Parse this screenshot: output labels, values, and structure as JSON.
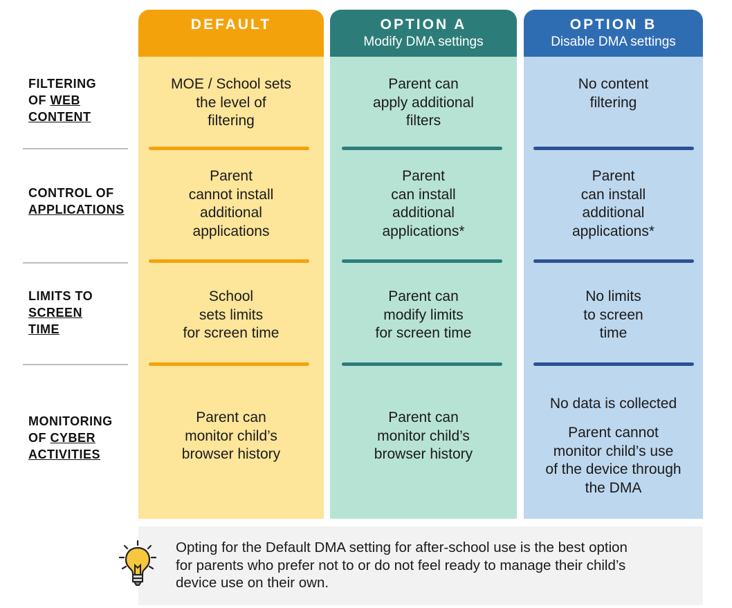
{
  "columns": {
    "default": {
      "title": "DEFAULT",
      "subtitle": ""
    },
    "option_a": {
      "title": "OPTION A",
      "subtitle": "Modify DMA settings"
    },
    "option_b": {
      "title": "OPTION B",
      "subtitle": "Disable DMA settings"
    }
  },
  "rows": {
    "filtering": {
      "label_pre": "FILTERING",
      "label_of": "OF ",
      "label_u1": "WEB",
      "label_u2": "CONTENT"
    },
    "control": {
      "label_pre": "CONTROL OF",
      "label_u1": "APPLICATIONS"
    },
    "limits": {
      "label_pre": "LIMITS TO",
      "label_u1": "SCREEN",
      "label_u2": "TIME"
    },
    "monitoring": {
      "label_pre": "MONITORING",
      "label_of": "OF ",
      "label_u1": "CYBER",
      "label_u2": "ACTIVITIES"
    }
  },
  "cells": {
    "default": {
      "filtering": [
        "MOE / School sets",
        "the level of",
        "filtering"
      ],
      "control": [
        "Parent",
        "cannot install",
        "additional",
        "applications"
      ],
      "limits": [
        "School",
        "sets limits",
        "for screen time"
      ],
      "monitoring": [
        "Parent can",
        "monitor child’s",
        "browser history"
      ]
    },
    "option_a": {
      "filtering": [
        "Parent can",
        "apply additional",
        "filters"
      ],
      "control": [
        "Parent",
        "can install",
        "additional",
        "applications*"
      ],
      "limits": [
        "Parent can",
        "modify limits",
        "for screen time"
      ],
      "monitoring": [
        "Parent can",
        "monitor child’s",
        "browser history"
      ]
    },
    "option_b": {
      "filtering": [
        "No content",
        "filtering"
      ],
      "control": [
        "Parent",
        "can install",
        "additional",
        "applications*"
      ],
      "limits": [
        "No limits",
        "to screen",
        "time"
      ],
      "monitoring_top": "No data is collected",
      "monitoring": [
        "Parent cannot",
        "monitor child’s use",
        "of the device through",
        "the DMA"
      ]
    }
  },
  "note": {
    "lines": [
      "Opting for the Default DMA setting for after-school use is the best option",
      "for parents who prefer not to or do not feel ready to manage their child’s",
      "device use on their own."
    ],
    "icon": "lightbulb-icon"
  },
  "colors": {
    "default_head": "#f4a20c",
    "default_body": "#fde59a",
    "option_a_head": "#2c7d79",
    "option_a_body": "#b7e3d4",
    "option_b_head": "#2f6db3",
    "option_b_body": "#bdd7ee"
  }
}
